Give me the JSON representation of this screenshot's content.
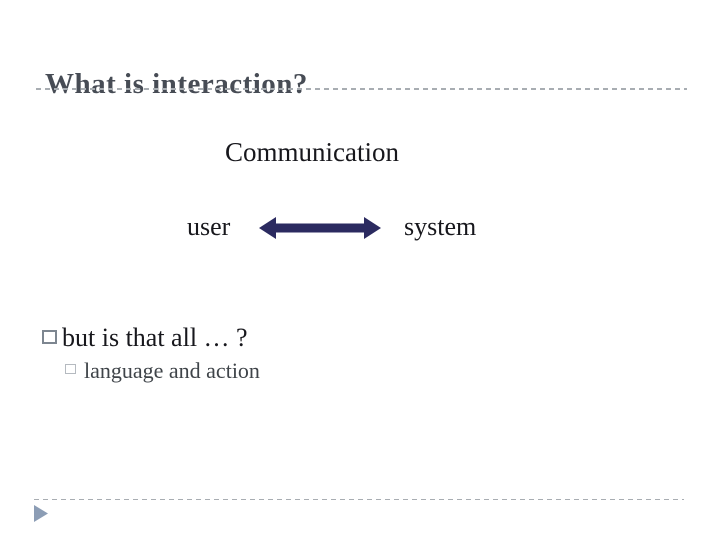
{
  "slide": {
    "title": "What is interaction?",
    "diagram": {
      "heading": "Communication",
      "left_label": "user",
      "right_label": "system",
      "arrow_icon": "double-headed-arrow"
    },
    "bullets": [
      {
        "level": 1,
        "text": "but is that all … ?"
      },
      {
        "level": 2,
        "text": "language and action"
      }
    ]
  },
  "colors": {
    "title_text": "#474c55",
    "body_text": "#17171c",
    "sub_bullet_text": "#3f4449",
    "bullet1_border": "#7d8690",
    "bullet2_border": "#b5bac0",
    "arrow_fill": "#2b2a60",
    "nav_triangle_fill": "#8c9db5",
    "dashed_line": "#a8adb2"
  }
}
